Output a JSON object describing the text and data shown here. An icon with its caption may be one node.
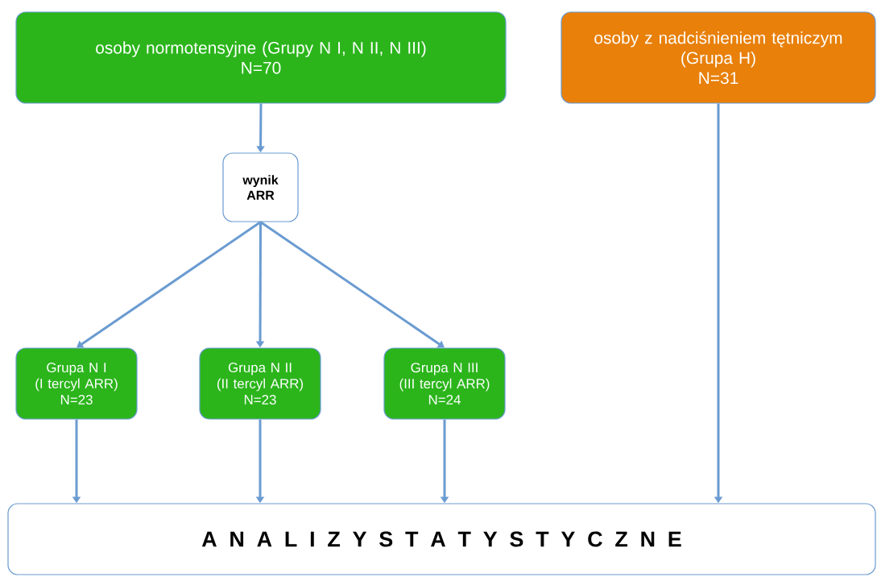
{
  "diagram": {
    "nodes": [
      {
        "text": [
          "osoby normotensyjne (Grupy N I, N II, N III)",
          "N=70"
        ]
      },
      {
        "text": [
          "osoby z nadciśnieniem tętniczym",
          "(Grupa H)",
          "N=31"
        ]
      },
      {
        "text": [
          "wynik ARR"
        ]
      },
      {
        "text": [
          "Grupa N I",
          "(I tercyl ARR)",
          "N=23"
        ]
      },
      {
        "text": [
          "Grupa N II",
          "(II tercyl ARR)",
          "N=23"
        ]
      },
      {
        "text": [
          "Grupa N III",
          "(III tercyl ARR)",
          "N=24"
        ]
      },
      {
        "text": [
          "A N A L I Z Y S T A T Y S T Y C Z N E"
        ]
      }
    ],
    "edges": [
      {
        "from": 0,
        "to": 2,
        "arrow": "to"
      },
      {
        "from": 2,
        "to": 3,
        "arrow": "to"
      },
      {
        "from": 2,
        "to": 4,
        "arrow": "to"
      },
      {
        "from": 2,
        "to": 5,
        "arrow": "to"
      },
      {
        "from": 3,
        "to": 6,
        "arrow": "to"
      },
      {
        "from": 4,
        "to": 6,
        "arrow": "to"
      },
      {
        "from": 5,
        "to": 6,
        "arrow": "to"
      },
      {
        "from": 1,
        "to": 6,
        "arrow": "to"
      }
    ]
  }
}
